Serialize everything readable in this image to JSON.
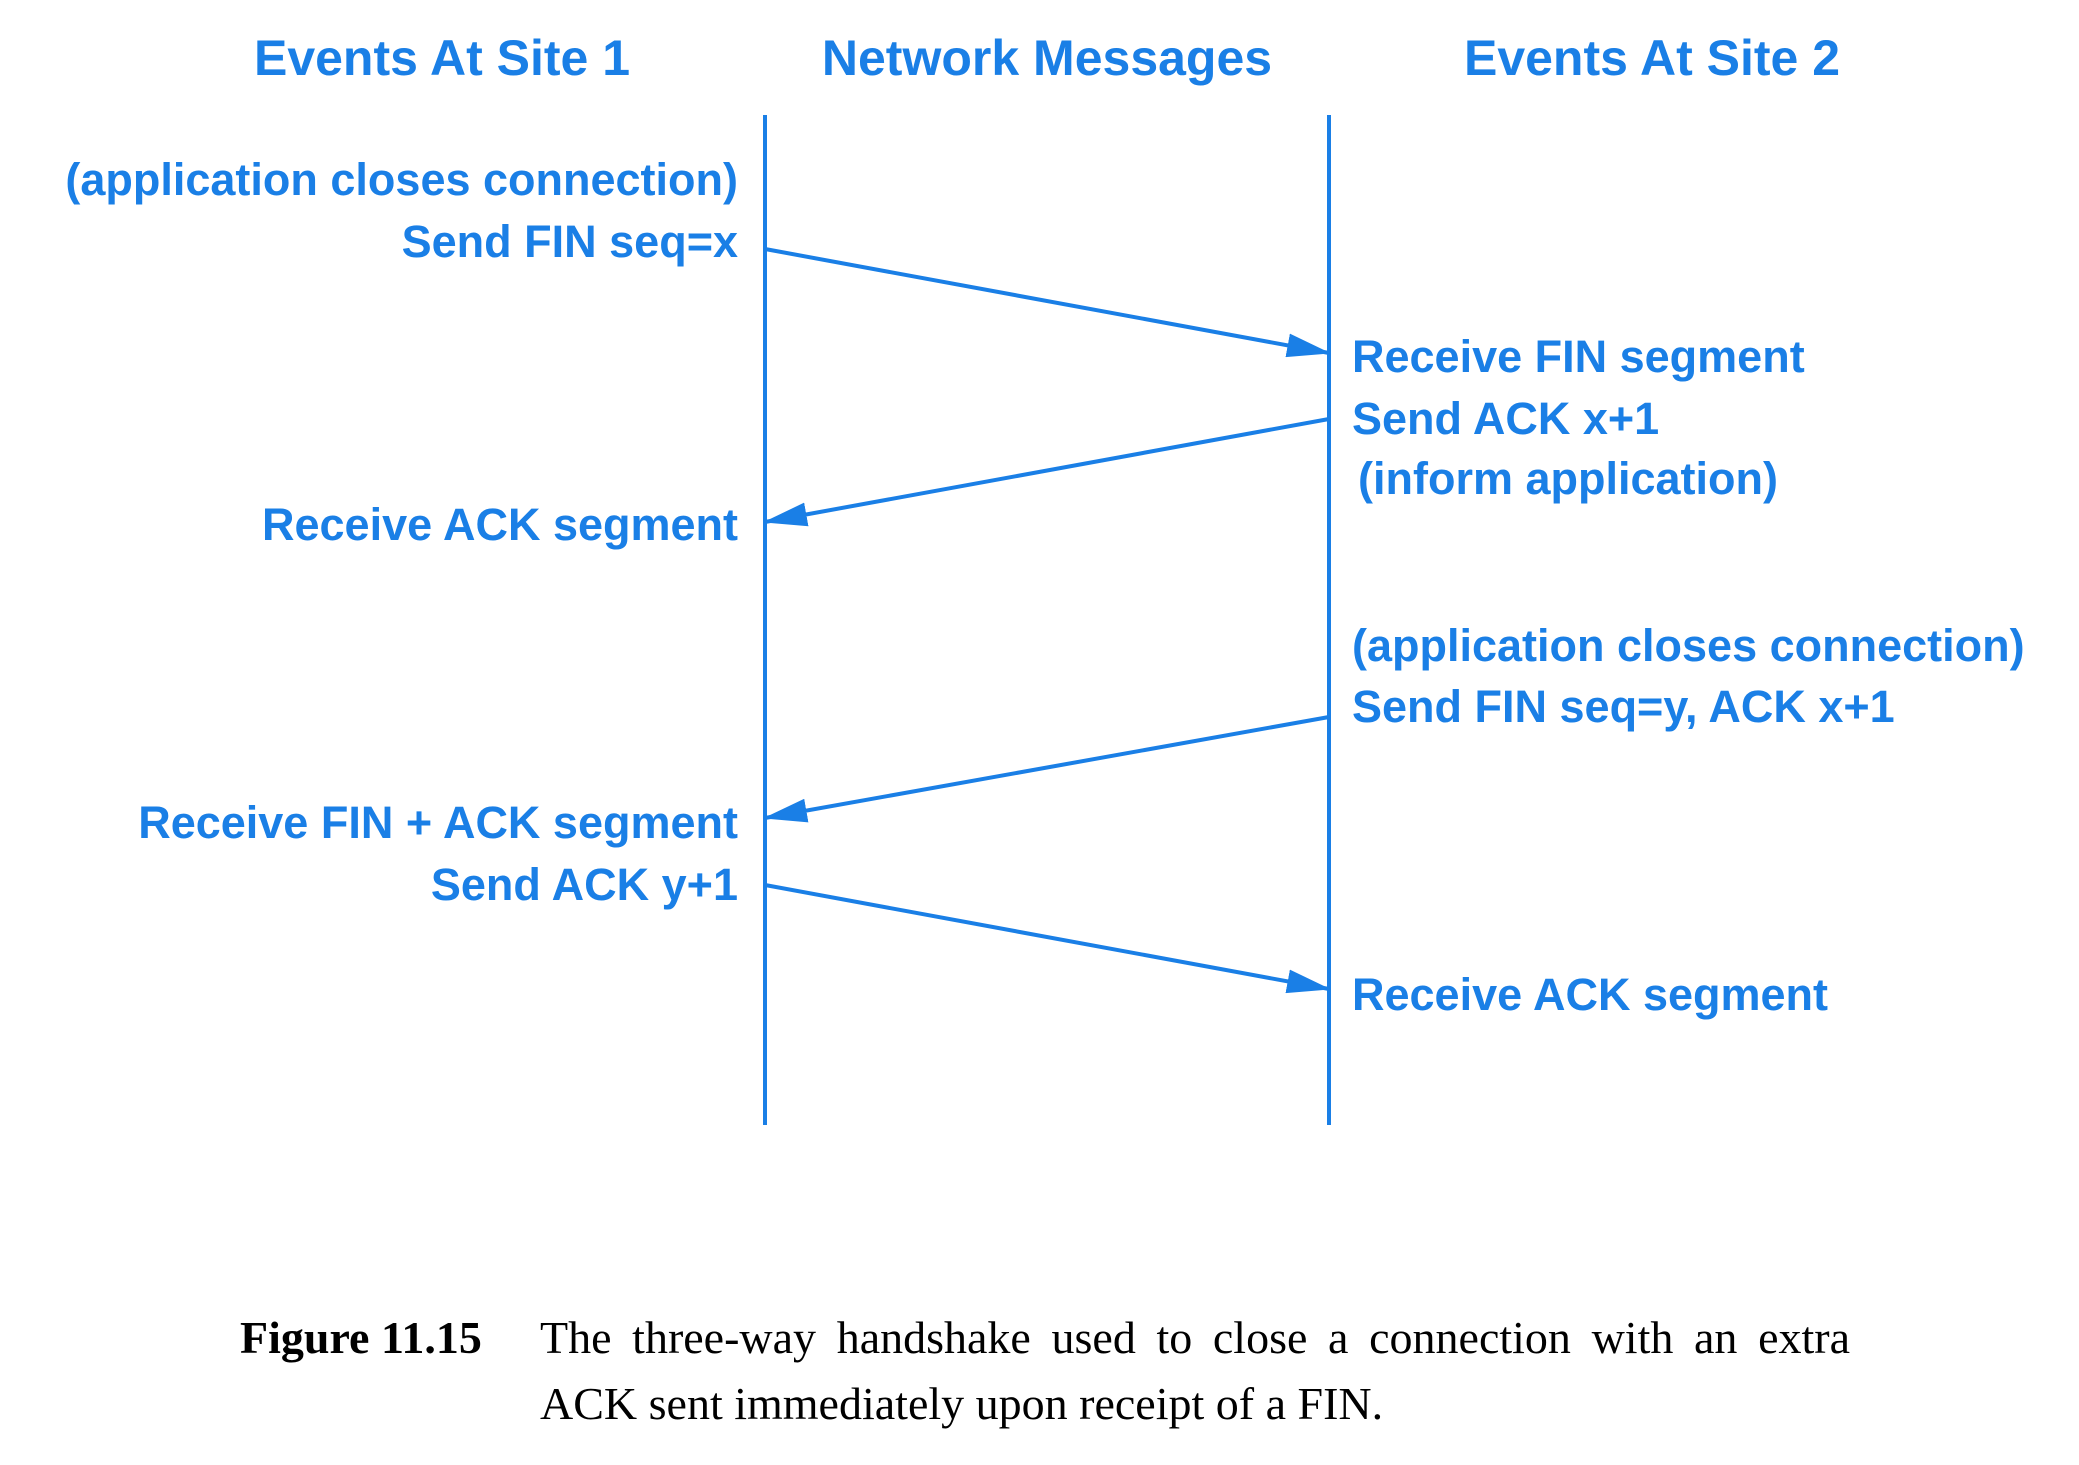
{
  "colors": {
    "diagram": "#1a7fe6",
    "caption": "#000000"
  },
  "headers": {
    "site1": "Events At Site 1",
    "network": "Network Messages",
    "site2": "Events At Site 2"
  },
  "site1_events": [
    "(application closes connection)",
    "Send FIN seq=x",
    "Receive ACK segment",
    "Receive FIN + ACK segment",
    "Send ACK y+1"
  ],
  "site2_events": [
    "Receive FIN segment",
    "Send ACK x+1",
    "(inform application)",
    "(application closes connection)",
    "Send FIN seq=y, ACK x+1",
    "Receive ACK segment"
  ],
  "messages": [
    {
      "from": "site1",
      "to": "site2"
    },
    {
      "from": "site2",
      "to": "site1"
    },
    {
      "from": "site2",
      "to": "site1"
    },
    {
      "from": "site1",
      "to": "site2"
    }
  ],
  "caption": {
    "label": "Figure 11.15",
    "text": "The three-way handshake used to close a connection with an extra ACK sent immediately upon receipt of a FIN."
  }
}
